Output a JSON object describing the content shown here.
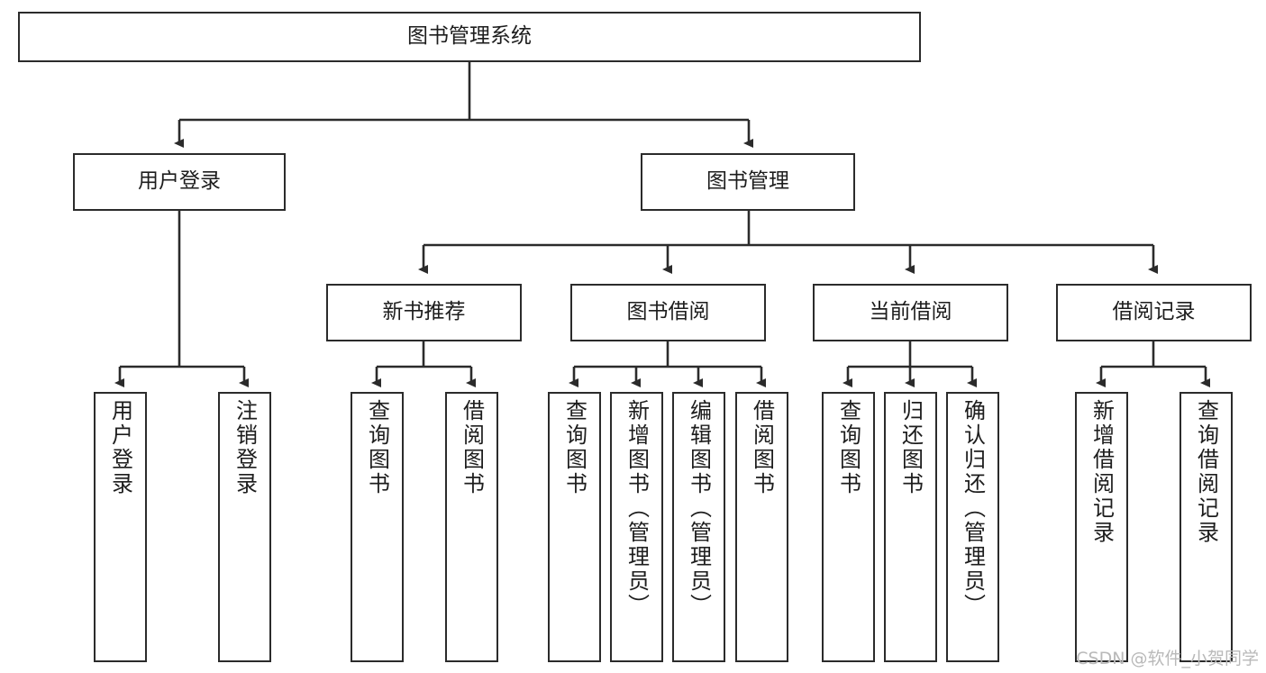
{
  "diagram": {
    "type": "tree",
    "title": "图书管理系统",
    "orientation": "top-down",
    "colors": {
      "box_border": "#2b2b2b",
      "box_fill": "#ffffff",
      "connector": "#2b2b2b",
      "text": "#1d1d1d",
      "watermark": "#b9b9b9",
      "background": "#ffffff"
    },
    "root": {
      "id": "root",
      "label": "图书管理系统"
    },
    "level1": [
      {
        "id": "user-login",
        "label": "用户登录"
      },
      {
        "id": "book-management",
        "label": "图书管理"
      }
    ],
    "level2": [
      {
        "id": "new-book-recommend",
        "label": "新书推荐",
        "parent": "book-management"
      },
      {
        "id": "book-borrow",
        "label": "图书借阅",
        "parent": "book-management"
      },
      {
        "id": "current-borrow",
        "label": "当前借阅",
        "parent": "book-management"
      },
      {
        "id": "borrow-record",
        "label": "借阅记录",
        "parent": "book-management"
      }
    ],
    "leaves": {
      "user-login": [
        {
          "id": "leaf-user-login",
          "label": "用户登录"
        },
        {
          "id": "leaf-logout",
          "label": "注销登录"
        }
      ],
      "new-book-recommend": [
        {
          "id": "leaf-query-book-1",
          "label": "查询图书"
        },
        {
          "id": "leaf-borrow-book-1",
          "label": "借阅图书"
        }
      ],
      "book-borrow": [
        {
          "id": "leaf-query-book-2",
          "label": "查询图书"
        },
        {
          "id": "leaf-add-book",
          "label": "新增图书（管理员）"
        },
        {
          "id": "leaf-edit-book",
          "label": "编辑图书（管理员）"
        },
        {
          "id": "leaf-borrow-book-2",
          "label": "借阅图书"
        }
      ],
      "current-borrow": [
        {
          "id": "leaf-query-book-3",
          "label": "查询图书"
        },
        {
          "id": "leaf-return-book",
          "label": "归还图书"
        },
        {
          "id": "leaf-confirm-return",
          "label": "确认归还（管理员）"
        }
      ],
      "borrow-record": [
        {
          "id": "leaf-add-record",
          "label": "新增借阅记录"
        },
        {
          "id": "leaf-query-record",
          "label": "查询借阅记录"
        }
      ]
    }
  },
  "watermark": {
    "text": "CSDN @软件_小贺同学"
  }
}
